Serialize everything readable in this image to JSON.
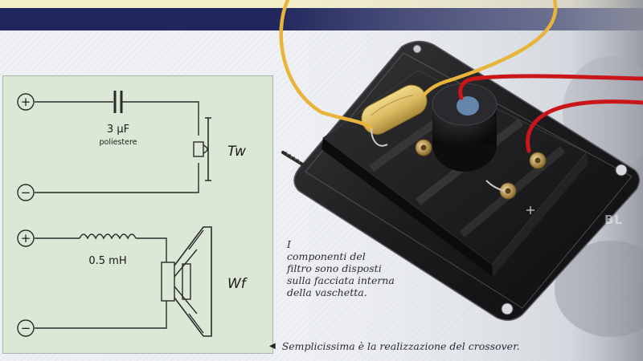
{
  "schematic": {
    "capacitor_value": "3 µF",
    "capacitor_type": "poliestere",
    "inductor_value": "0.5 mH",
    "tweeter_label": "Tw",
    "woofer_label": "Wf",
    "plus_symbol": "+",
    "minus_symbol": "−"
  },
  "photo_caption_lines": [
    "I",
    "componenti del",
    "filtro sono disposti",
    "sulla facciata interna",
    "della vaschetta."
  ],
  "bottom_caption": "Semplicissima è la realizzazione del crossover.",
  "edge_text": "BL",
  "colors": {
    "band": "#20265c",
    "panel": "#dce8d6",
    "wire_red": "#c8161a",
    "wire_yellow": "#e8b43a"
  }
}
